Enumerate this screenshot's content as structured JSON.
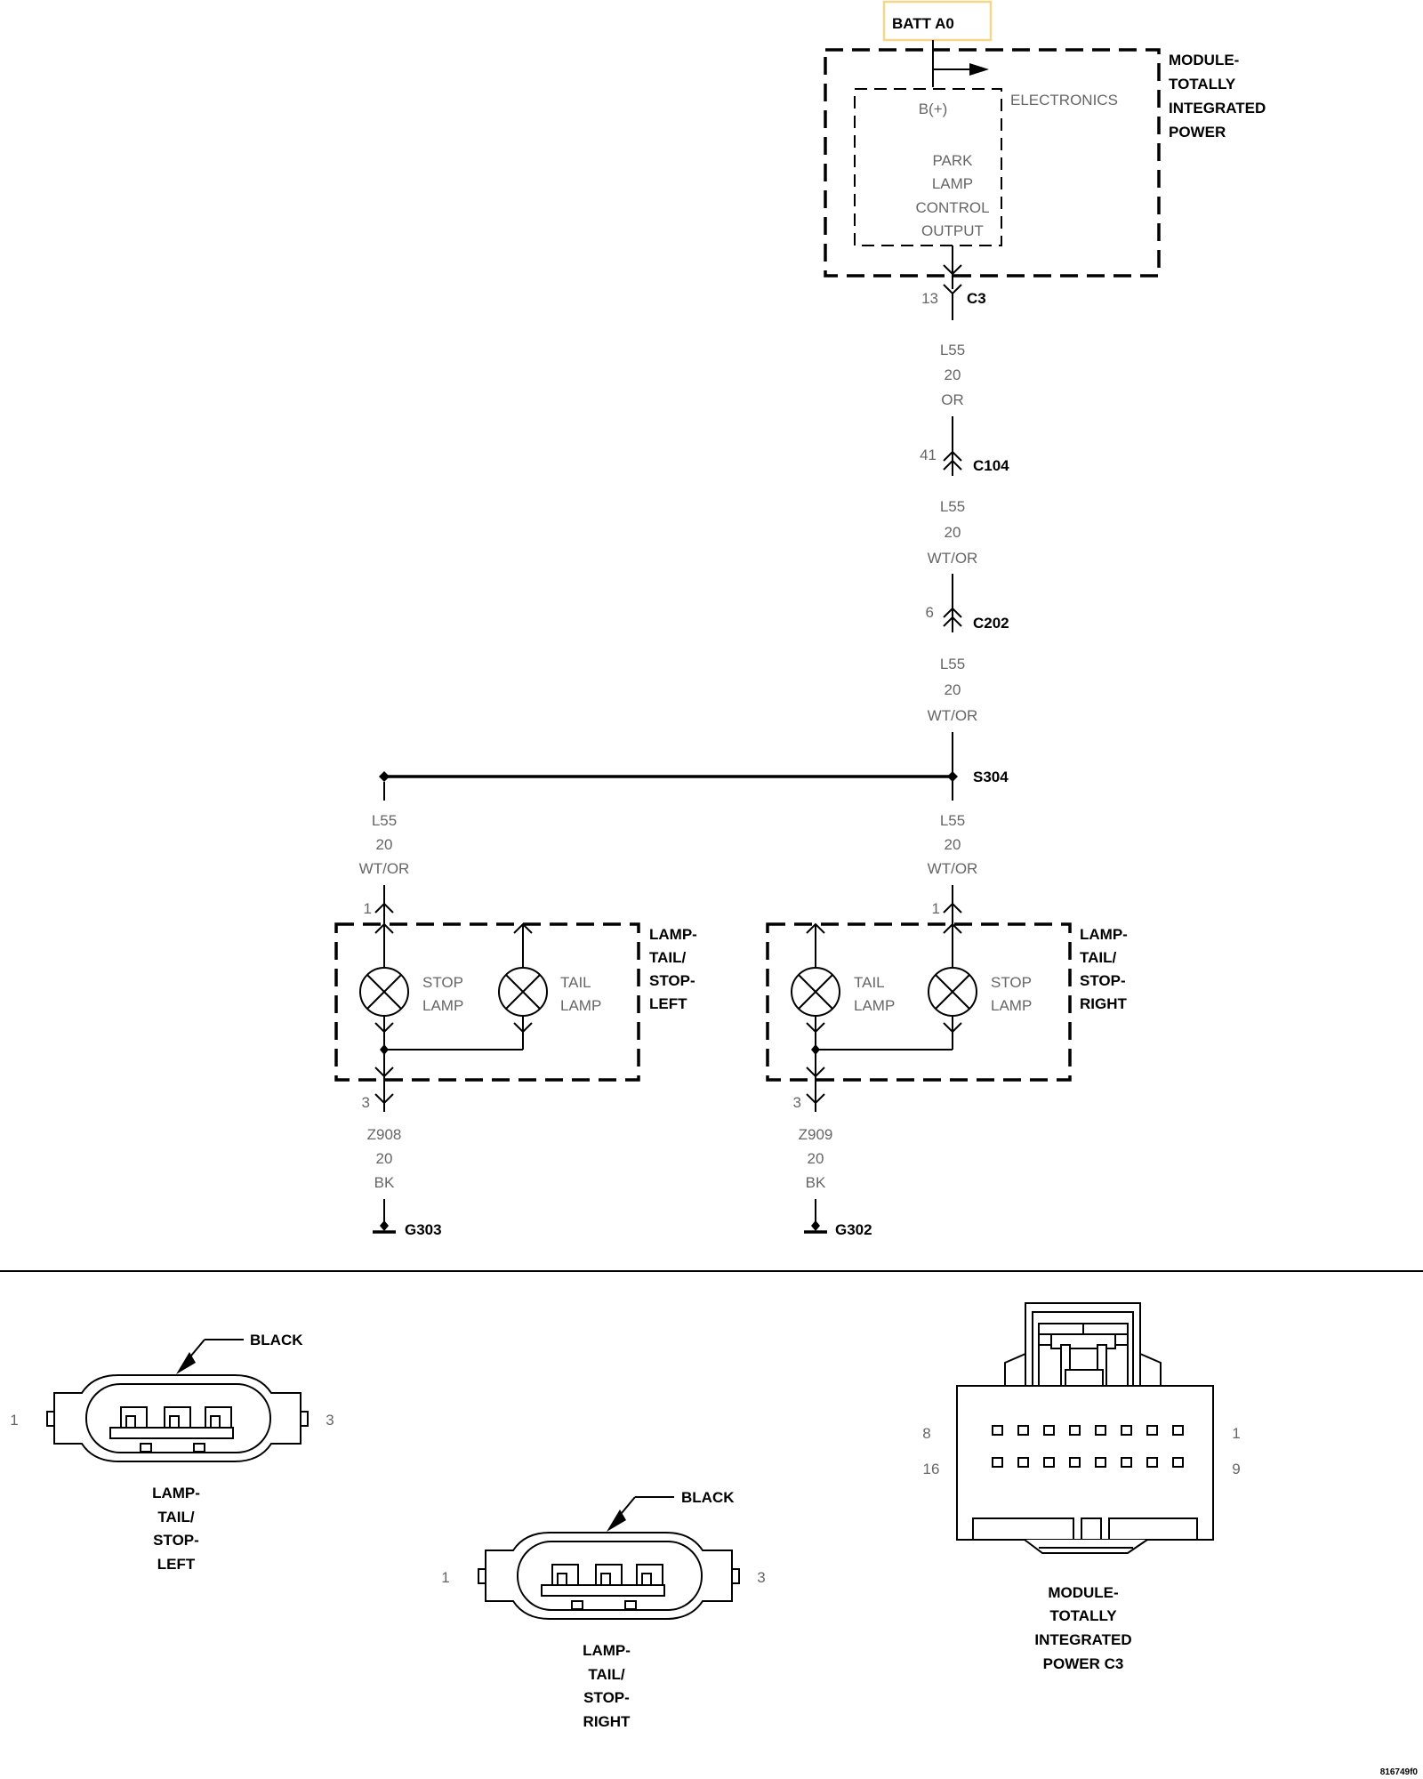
{
  "batt": {
    "label": "BATT A0",
    "highlight_color": "#f5d78a"
  },
  "module": {
    "name_lines": [
      "MODULE-",
      "TOTALLY",
      "INTEGRATED",
      "POWER"
    ],
    "electronics": "ELECTRONICS",
    "bplus": "B(+)",
    "output_lines": [
      "PARK",
      "LAMP",
      "CONTROL",
      "OUTPUT"
    ]
  },
  "connectors": {
    "c3": {
      "pin": "13",
      "name": "C3"
    },
    "c104": {
      "pin": "41",
      "name": "C104"
    },
    "c202": {
      "pin": "6",
      "name": "C202"
    }
  },
  "wires": {
    "w1": {
      "circuit": "L55",
      "gauge": "20",
      "color": "OR"
    },
    "w2": {
      "circuit": "L55",
      "gauge": "20",
      "color": "WT/OR"
    },
    "w3": {
      "circuit": "L55",
      "gauge": "20",
      "color": "WT/OR"
    },
    "w4": {
      "circuit": "L55",
      "gauge": "20",
      "color": "WT/OR"
    },
    "w5": {
      "circuit": "L55",
      "gauge": "20",
      "color": "WT/OR"
    },
    "z908": {
      "circuit": "Z908",
      "gauge": "20",
      "color": "BK"
    },
    "z909": {
      "circuit": "Z909",
      "gauge": "20",
      "color": "BK"
    }
  },
  "splice": {
    "name": "S304"
  },
  "lamp_left": {
    "name_lines": [
      "LAMP-",
      "TAIL/",
      "STOP-",
      "LEFT"
    ],
    "bulb1_lines": [
      "STOP",
      "LAMP"
    ],
    "bulb2_lines": [
      "TAIL",
      "LAMP"
    ],
    "pin_in": "1",
    "pin_out": "3"
  },
  "lamp_right": {
    "name_lines": [
      "LAMP-",
      "TAIL/",
      "STOP-",
      "RIGHT"
    ],
    "bulb1_lines": [
      "TAIL",
      "LAMP"
    ],
    "bulb2_lines": [
      "STOP",
      "LAMP"
    ],
    "pin_in": "1",
    "pin_out": "3"
  },
  "grounds": {
    "left": "G303",
    "right": "G302"
  },
  "connector_views": {
    "left": {
      "color_label": "BLACK",
      "pin_first": "1",
      "pin_last": "3",
      "name_lines": [
        "LAMP-",
        "TAIL/",
        "STOP-",
        "LEFT"
      ]
    },
    "right": {
      "color_label": "BLACK",
      "pin_first": "1",
      "pin_last": "3",
      "name_lines": [
        "LAMP-",
        "TAIL/",
        "STOP-",
        "RIGHT"
      ]
    },
    "module": {
      "pin_tl": "8",
      "pin_tr": "1",
      "pin_bl": "16",
      "pin_br": "9",
      "name_lines": [
        "MODULE-",
        "TOTALLY",
        "INTEGRATED",
        "POWER C3"
      ]
    }
  },
  "figure_id": "816749f0"
}
